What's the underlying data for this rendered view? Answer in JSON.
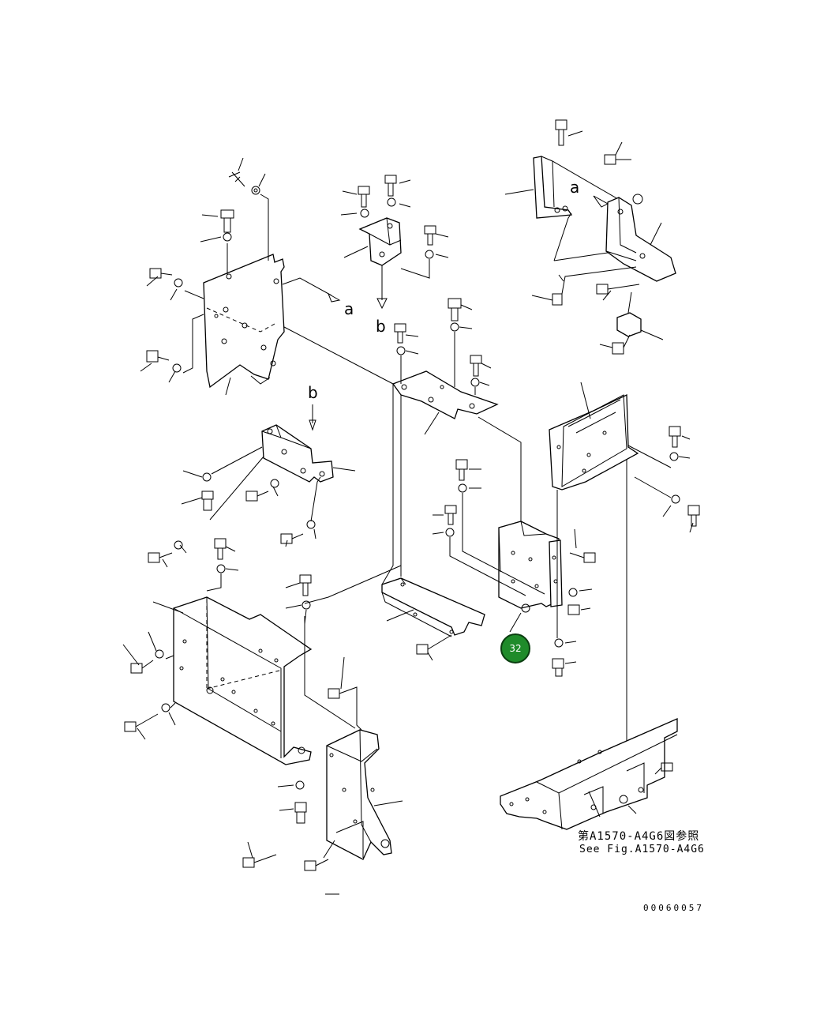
{
  "diagram": {
    "view_markers": {
      "a": "a",
      "b": "b"
    },
    "callouts": [
      {
        "id": "32",
        "label": "32"
      }
    ],
    "reference_note": {
      "japanese": "第A1570-A4G6図参照",
      "english": "See Fig.A1570-A4G6"
    },
    "drawing_number": "00060057",
    "callout_color": "#1f8b2a"
  }
}
